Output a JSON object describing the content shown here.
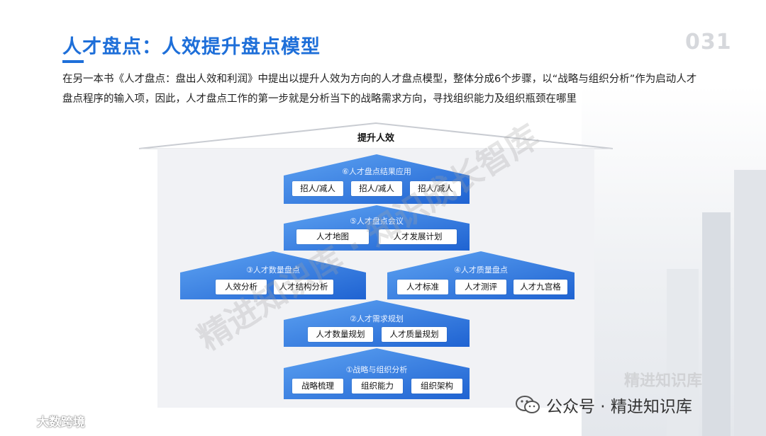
{
  "header": {
    "title": "人才盘点：人效提升盘点模型",
    "page_number": "031",
    "description": "在另一本书《人才盘点：盘出人效和利润》中提出以提升人效为方向的人才盘点模型，整体分成6个步骤，以“战略与组织分析”作为启动人才盘点程序的输入项，因此，人才盘点工作的第一步就是分析当下的战略需求方向，寻找组织能力及组织瓶颈在哪里"
  },
  "diagram": {
    "roof_label": "提升人效",
    "steps": [
      {
        "title": "⑥人才盘点结果应用",
        "items": [
          "招人/减人",
          "招人/减人",
          "招人/减人"
        ]
      },
      {
        "title": "⑤人才盘点会议",
        "items": [
          "人才地图",
          "人才发展计划"
        ]
      },
      {
        "title": "③人才数量盘点",
        "items": [
          "人效分析",
          "人才结构分析"
        ]
      },
      {
        "title": "④人才质量盘点",
        "items": [
          "人才标准",
          "人才测评",
          "人才九宫格"
        ]
      },
      {
        "title": "②人才需求规划",
        "items": [
          "人才数量规划",
          "人才质量规划"
        ]
      },
      {
        "title": "①战略与组织分析",
        "items": [
          "战略梳理",
          "组织能力",
          "组织架构"
        ]
      }
    ]
  },
  "footer": {
    "left_brand": "大数跨境",
    "right_account": "公众号 · 精进知识库"
  },
  "watermark": {
    "line1": "精进知识库 · 知识成长智库",
    "line2": "精进知识库"
  },
  "colors": {
    "accent": "#1e6fd9",
    "house_dark": "#1f63d2",
    "house_light": "#4f9af0"
  }
}
